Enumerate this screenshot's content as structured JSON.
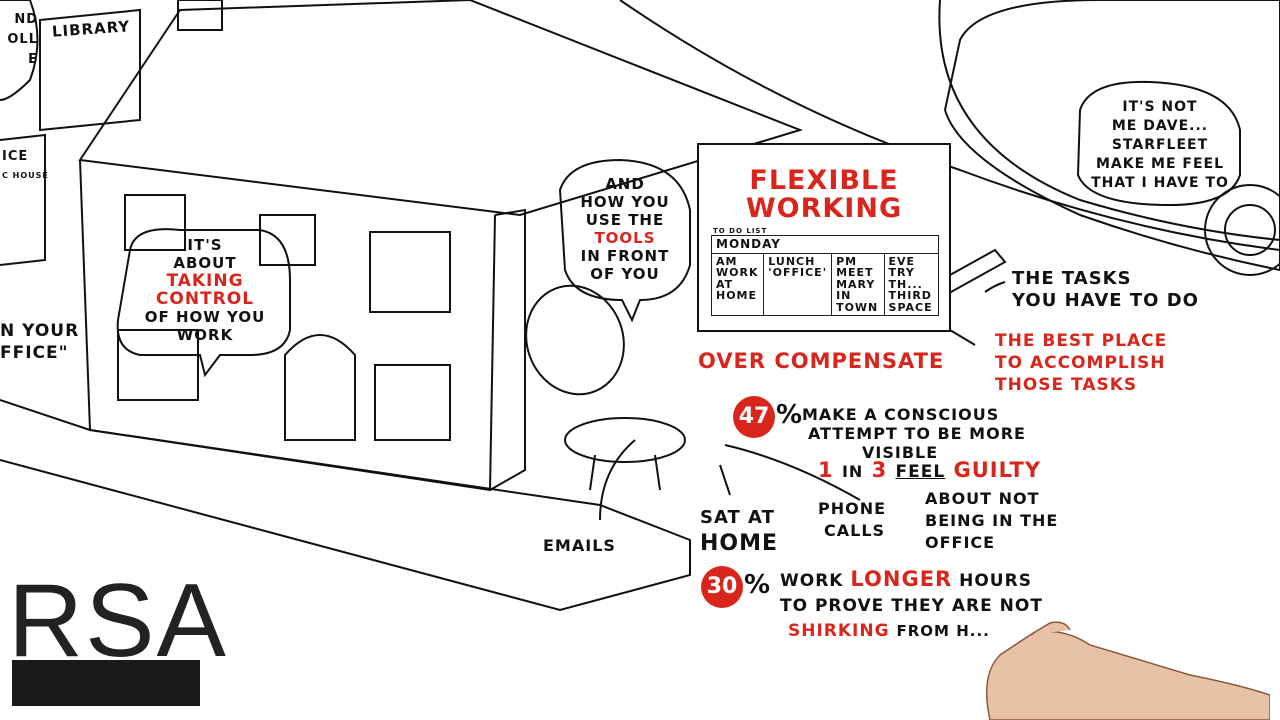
{
  "bubbles": {
    "taking_control": [
      "IT'S",
      "ABOUT",
      "TAKING",
      "CONTROL",
      "OF HOW YOU",
      "WORK"
    ],
    "tools": [
      "AND",
      "HOW YOU",
      "USE THE",
      "TOOLS",
      "IN FRONT",
      "OF YOU"
    ],
    "dave": [
      "IT'S NOT",
      "ME DAVE...",
      "STARFLEET",
      "MAKE ME FEEL",
      "THAT I HAVE TO"
    ],
    "partial_top_left": [
      "ND",
      "OLL",
      "E"
    ]
  },
  "signs": {
    "library": "LIBRARY",
    "office_partial": "ICE",
    "pub_partial": "C HOUSE",
    "left_quote": [
      "N YOUR",
      "FFICE\""
    ]
  },
  "board": {
    "title_line1": "FLEXIBLE",
    "title_line2": "WORKING",
    "todo_label": "TO DO LIST",
    "day": "MONDAY",
    "columns": [
      {
        "head": "AM",
        "body": "WORK AT HOME"
      },
      {
        "head": "LUNCH",
        "body": "'OFFICE'"
      },
      {
        "head": "PM",
        "body": "MEET MARY IN TOWN"
      },
      {
        "head": "EVE",
        "body": "TRY TH... THIRD SPACE"
      }
    ]
  },
  "notes": {
    "tasks": [
      "THE TASKS",
      "YOU HAVE TO DO"
    ],
    "best_place": [
      "THE BEST PLACE",
      "TO ACCOMPLISH",
      "THOSE TASKS"
    ],
    "overcompensate": "OVER COMPENSATE",
    "stat47_value": "47",
    "stat47_text": [
      "MAKE A CONSCIOUS",
      "ATTEMPT TO BE MORE",
      "VISIBLE"
    ],
    "one_in_three": {
      "one": "1",
      "in": "IN",
      "three": "3",
      "feel": "FEEL",
      "guilty": "GUILTY"
    },
    "guilty_text": [
      "ABOUT NOT",
      "BEING IN THE",
      "OFFICE"
    ],
    "sat_at_home": [
      "SAT AT",
      "HOME"
    ],
    "phone_calls": [
      "PHONE",
      "CALLS"
    ],
    "emails": "EMAILS",
    "stat30_value": "30",
    "stat30_line1_a": "WORK",
    "stat30_line1_b": "LONGER",
    "stat30_line1_c": "HOURS",
    "stat30_line2": "TO PROVE THEY ARE NOT",
    "stat30_line3_a": "SHIRKING",
    "stat30_line3_b": "FROM H..."
  },
  "logo": {
    "text": "RSA"
  },
  "colors": {
    "accent_red": "#d9261c",
    "ink": "#111111"
  }
}
